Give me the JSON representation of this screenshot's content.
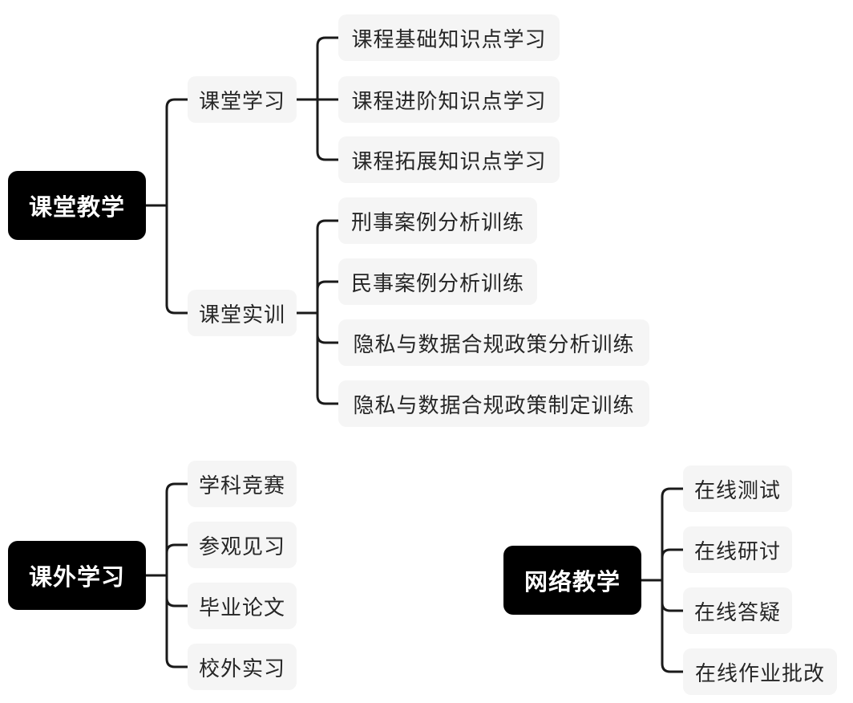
{
  "mindmap": {
    "classroom_teaching": {
      "title": "课堂教学",
      "classroom_learning": {
        "title": "课堂学习",
        "items": [
          "课程基础知识点学习",
          "课程进阶知识点学习",
          "课程拓展知识点学习"
        ]
      },
      "classroom_training": {
        "title": "课堂实训",
        "items": [
          "刑事案例分析训练",
          "民事案例分析训练",
          "隐私与数据合规政策分析训练",
          "隐私与数据合规政策制定训练"
        ]
      }
    },
    "extracurricular_learning": {
      "title": "课外学习",
      "items": [
        "学科竞赛",
        "参观见习",
        "毕业论文",
        "校外实习"
      ]
    },
    "online_teaching": {
      "title": "网络教学",
      "items": [
        "在线测试",
        "在线研讨",
        "在线答疑",
        "在线作业批改"
      ]
    }
  },
  "colors": {
    "root_background": "#000000",
    "node_background": "#f5f5f5",
    "connector": "#1a1a1a"
  }
}
